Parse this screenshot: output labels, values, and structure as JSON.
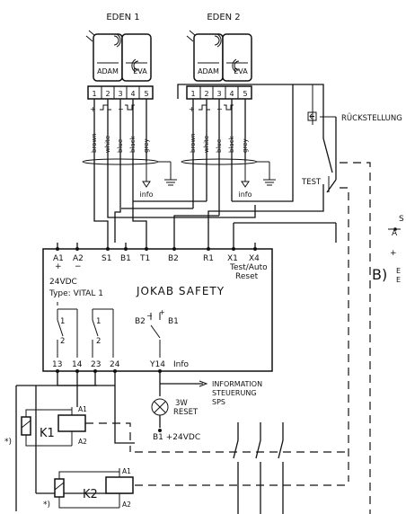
{
  "sensors": [
    {
      "title": "EDEN 1",
      "left_unit": "ADAM",
      "right_unit": "EVA",
      "pins": [
        "1",
        "2",
        "3",
        "4",
        "5"
      ],
      "wires": [
        "brown",
        "white",
        "blue",
        "black",
        "grey"
      ],
      "sym_plus": "+",
      "sym_minus": "−",
      "info": "info"
    },
    {
      "title": "EDEN 2",
      "left_unit": "ADAM",
      "right_unit": "EVA",
      "pins": [
        "1",
        "2",
        "3",
        "4",
        "5"
      ],
      "wires": [
        "brown",
        "white",
        "blue",
        "black",
        "grey"
      ],
      "sym_plus": "+",
      "sym_minus": "−",
      "info": "info"
    }
  ],
  "reset_label": "RÜCKSTELLUNG",
  "test_label": "TEST",
  "relay": {
    "terminals_top": [
      "A1",
      "A2",
      "S1",
      "B1",
      "T1",
      "B2",
      "R1",
      "X1",
      "X4"
    ],
    "plus": "+",
    "minus": "−",
    "test_auto_1": "Test/Auto",
    "test_auto_2": "Reset",
    "voltage": "24VDC",
    "type_label": "Type: VITAL 1",
    "brand": "JOKAB SAFETY",
    "c1_top": "1",
    "c1_bot": "2",
    "c2_top": "1",
    "c2_bot": "2",
    "b2_label": "B2",
    "b1_label": "B1",
    "pm_minus": "−",
    "pm_plus": "+",
    "terminals_bottom": [
      "13",
      "14",
      "23",
      "24",
      "Y14",
      "Info"
    ]
  },
  "info_out": [
    "INFORMATION",
    "STEUERUNG",
    "SPS"
  ],
  "lamp": {
    "l1": "3W",
    "l2": "RESET",
    "supply": "B1  +24VDC"
  },
  "k1": {
    "label": "K1",
    "a1": "A1",
    "a2": "A2",
    "note": "*)"
  },
  "k2": {
    "label": "K2",
    "a1": "A1",
    "a2": "A2",
    "note": "*)"
  },
  "cut_right": {
    "s": "S",
    "a": "A",
    "plus": "+",
    "b": "B)",
    "e1": "E",
    "e2": "E"
  }
}
